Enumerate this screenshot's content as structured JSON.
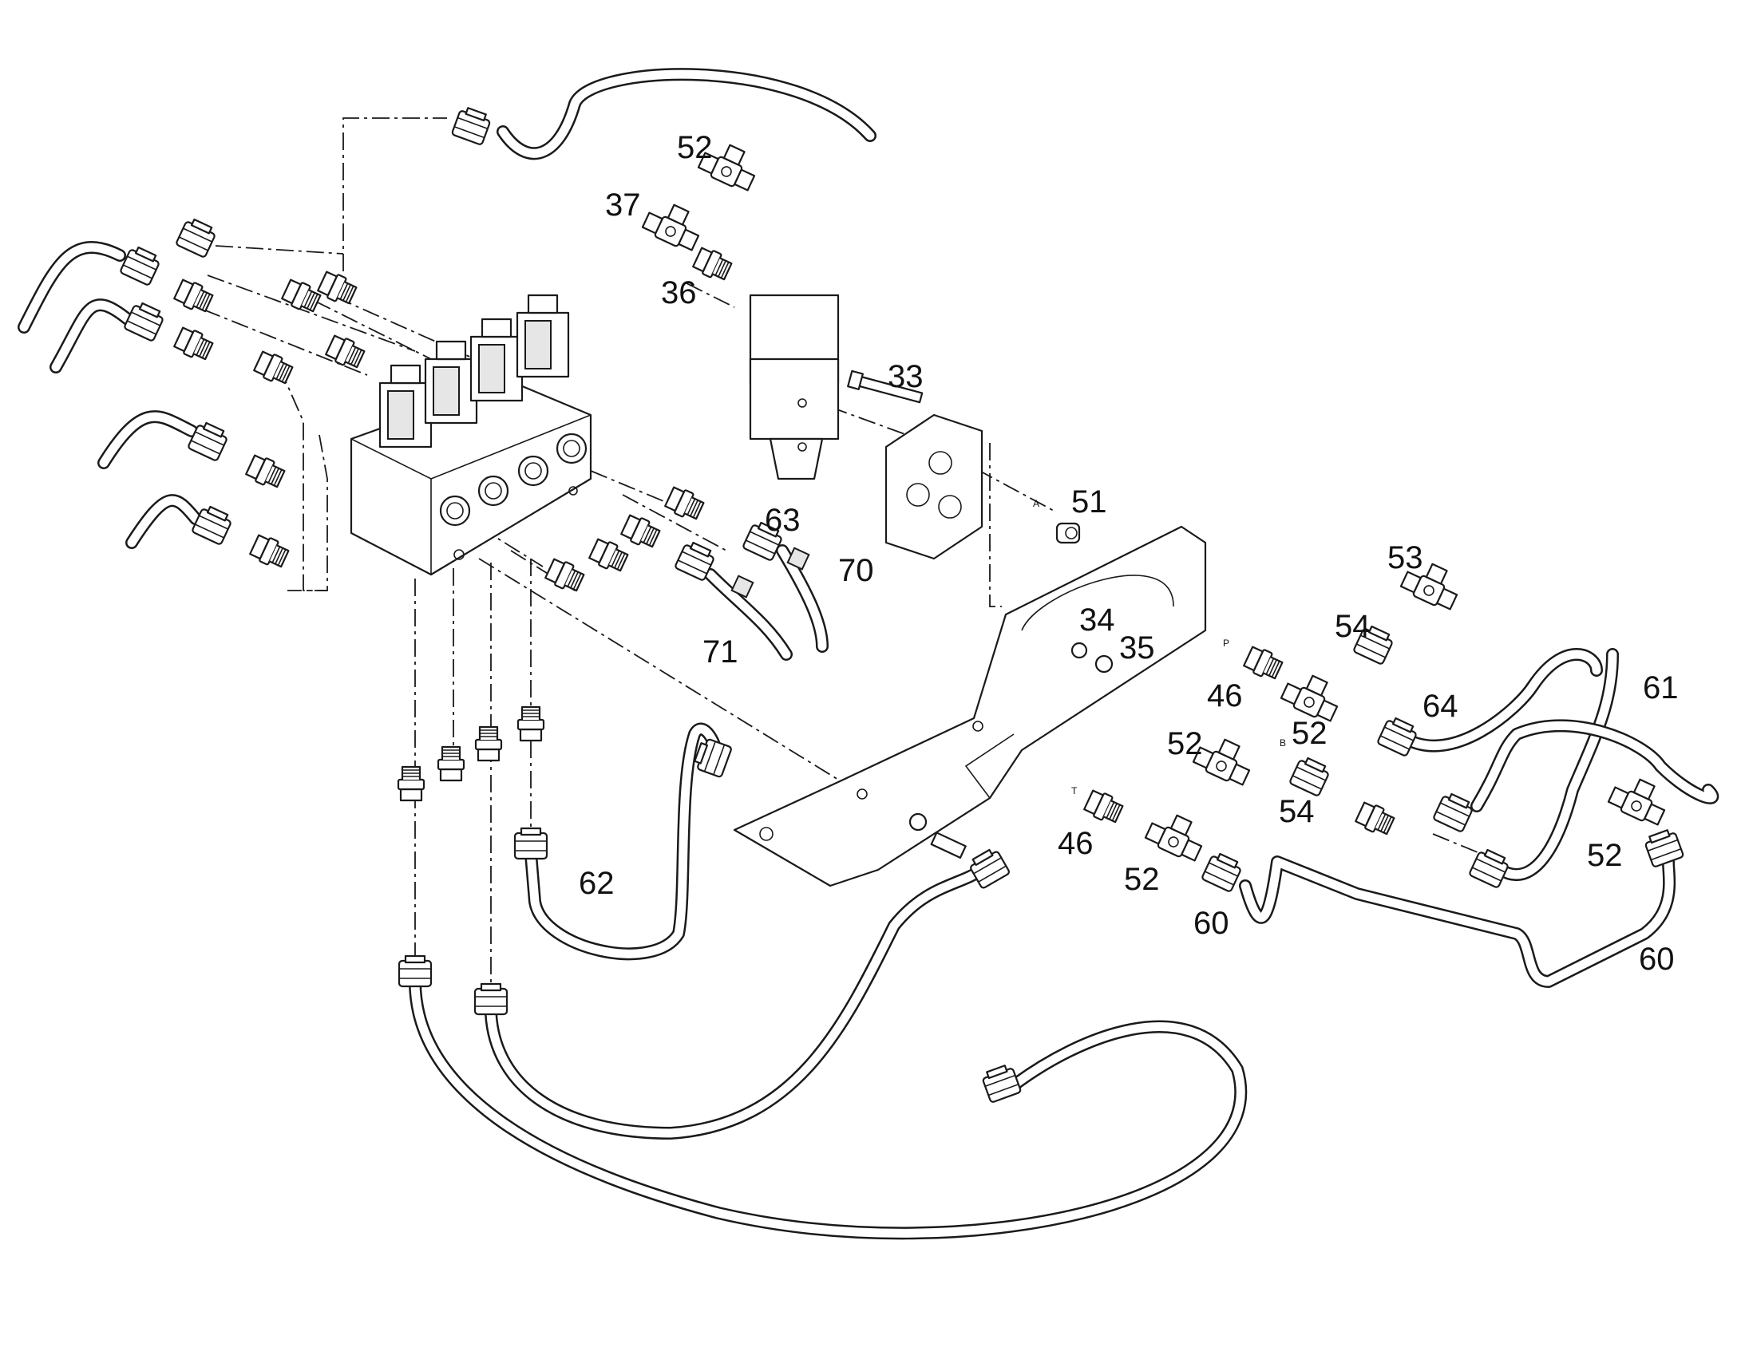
{
  "labels": {
    "l33": "33",
    "l34": "34",
    "l35": "35",
    "l36": "36",
    "l37": "37",
    "l46a": "46",
    "l46b": "46",
    "l51": "51",
    "l52a": "52",
    "l52b": "52",
    "l52c": "52",
    "l52d": "52",
    "l52e": "52",
    "l53": "53",
    "l54a": "54",
    "l54b": "54",
    "l60a": "60",
    "l60b": "60",
    "l61": "61",
    "l62": "62",
    "l63": "63",
    "l64": "64",
    "l70": "70",
    "l71": "71"
  },
  "port_marks": {
    "p": "P",
    "b": "B",
    "t": "T",
    "a": "A"
  }
}
